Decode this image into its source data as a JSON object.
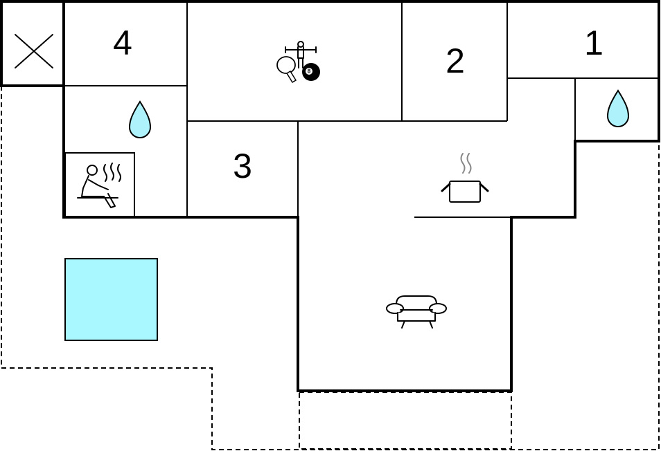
{
  "rooms": {
    "bedroom_1": "1",
    "bedroom_2": "2",
    "bedroom_3": "3",
    "bedroom_4": "4"
  },
  "icons": {
    "toilet": "cross-icon",
    "bathroom_left": "water-drop-icon",
    "bathroom_right": "water-drop-icon",
    "sauna": "sauna-icon",
    "activity_room": "table-tennis-foosball-billiard-icon",
    "kitchen": "cooking-pot-icon",
    "living_room": "sofa-icon"
  },
  "billiard_ball_number": "8",
  "colors": {
    "terrace": "#e6e6e6",
    "covered_terrace": "#bfbfbf",
    "pool": "#aaf8ff",
    "water": "#aef3fb",
    "wall": "#000000",
    "floor": "#ffffff"
  }
}
